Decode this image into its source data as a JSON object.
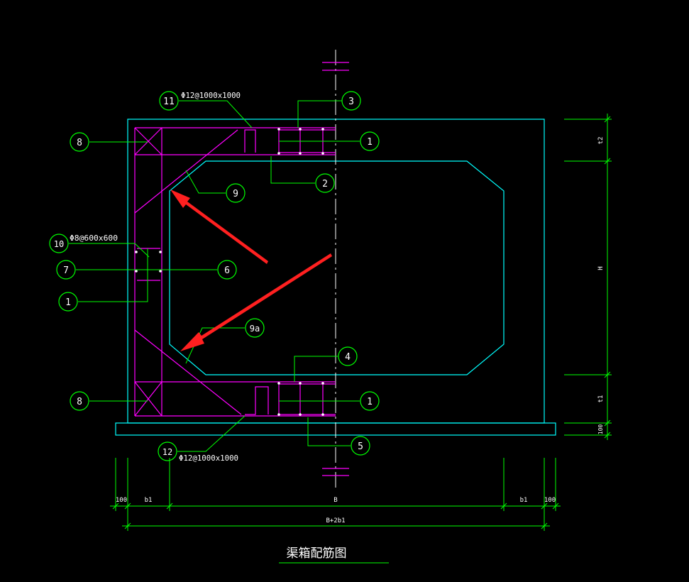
{
  "colors": {
    "background": "#000000",
    "concrete_outline": "#00ffff",
    "rebar": "#ff00ff",
    "leader": "#00ff00",
    "center_line": "#ffffff",
    "axis_ticks": "#ff00ff",
    "dimension": "#00ff00",
    "arrow": "#ff2020",
    "text": "#ffffff"
  },
  "callouts": {
    "c11": "11",
    "c3": "3",
    "c8_top": "8",
    "c1_top": "1",
    "c2": "2",
    "c9": "9",
    "c10": "10",
    "c7": "7",
    "c6": "6",
    "c1_left": "1",
    "c9a": "9a",
    "c4": "4",
    "c8_bottom": "8",
    "c1_bottom": "1",
    "c5": "5",
    "c12": "12"
  },
  "annotations": {
    "rebar_11": "Φ12@1000x1000",
    "rebar_10": "Φ8@600x600",
    "rebar_12": "Φ12@1000x1000"
  },
  "dimensions": {
    "left_100": "100",
    "left_b1": "b1",
    "center_B": "B",
    "right_b1": "b1",
    "right_100": "100",
    "total": "B+2b1",
    "side_t2": "t2",
    "side_H": "H",
    "side_t1": "t1",
    "side_100": "100"
  },
  "title": "渠箱配筋图"
}
